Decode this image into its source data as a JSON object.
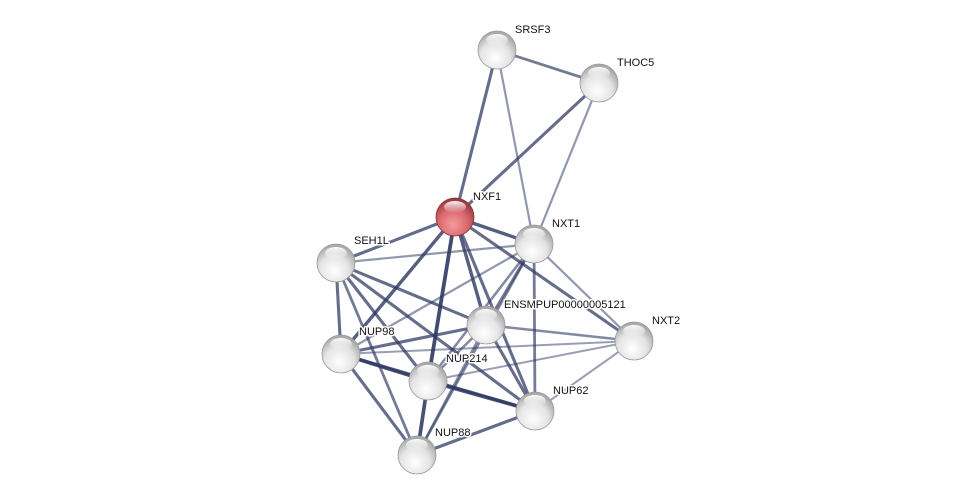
{
  "network": {
    "query_node": "NXF1",
    "colors": {
      "query": "#d9696e",
      "node": "#e6e6e6",
      "edge": "#2f3a63"
    },
    "nodes": [
      "SRSF3",
      "THOC5",
      "NXF1",
      "NXT1",
      "SEH1L",
      "ENSMPUP00000005121",
      "NXT2",
      "NUP98",
      "NUP214",
      "NUP62",
      "NUP88"
    ],
    "edges": [
      [
        "NXF1",
        "SRSF3",
        0.7
      ],
      [
        "NXF1",
        "THOC5",
        0.7
      ],
      [
        "SRSF3",
        "THOC5",
        0.6
      ],
      [
        "SRSF3",
        "NXT1",
        0.4
      ],
      [
        "THOC5",
        "NXT1",
        0.4
      ],
      [
        "NXF1",
        "SEH1L",
        0.7
      ],
      [
        "NXF1",
        "NXT1",
        0.8
      ],
      [
        "NXF1",
        "NUP98",
        0.8
      ],
      [
        "NXF1",
        "NUP214",
        0.95
      ],
      [
        "NXF1",
        "ENSMPUP00000005121",
        0.8
      ],
      [
        "NXF1",
        "NUP62",
        0.7
      ],
      [
        "NXF1",
        "NXT2",
        0.7
      ],
      [
        "SEH1L",
        "NXT1",
        0.4
      ],
      [
        "SEH1L",
        "NUP98",
        0.7
      ],
      [
        "SEH1L",
        "NUP214",
        0.7
      ],
      [
        "SEH1L",
        "ENSMPUP00000005121",
        0.7
      ],
      [
        "SEH1L",
        "NUP62",
        0.7
      ],
      [
        "SEH1L",
        "NUP88",
        0.6
      ],
      [
        "NXT1",
        "NUP98",
        0.4
      ],
      [
        "NXT1",
        "ENSMPUP00000005121",
        0.6
      ],
      [
        "NXT1",
        "NUP214",
        0.5
      ],
      [
        "NXT1",
        "NUP88",
        0.5
      ],
      [
        "NXT1",
        "NUP62",
        0.6
      ],
      [
        "NXT1",
        "NXT2",
        0.4
      ],
      [
        "NUP98",
        "ENSMPUP00000005121",
        0.7
      ],
      [
        "NUP98",
        "NXT2",
        0.35
      ],
      [
        "NUP98",
        "NUP214",
        0.9
      ],
      [
        "NUP98",
        "NUP62",
        0.7
      ],
      [
        "NUP98",
        "NUP88",
        0.7
      ],
      [
        "ENSMPUP00000005121",
        "NXT2",
        0.5
      ],
      [
        "ENSMPUP00000005121",
        "NUP62",
        0.7
      ],
      [
        "ENSMPUP00000005121",
        "NUP214",
        0.5
      ],
      [
        "ENSMPUP00000005121",
        "NUP88",
        0.5
      ],
      [
        "NUP214",
        "NXT2",
        0.35
      ],
      [
        "NUP214",
        "NUP62",
        0.9
      ],
      [
        "NUP214",
        "NUP88",
        0.9
      ],
      [
        "NXT2",
        "NUP62",
        0.35
      ],
      [
        "NUP88",
        "NUP62",
        0.7
      ]
    ]
  }
}
